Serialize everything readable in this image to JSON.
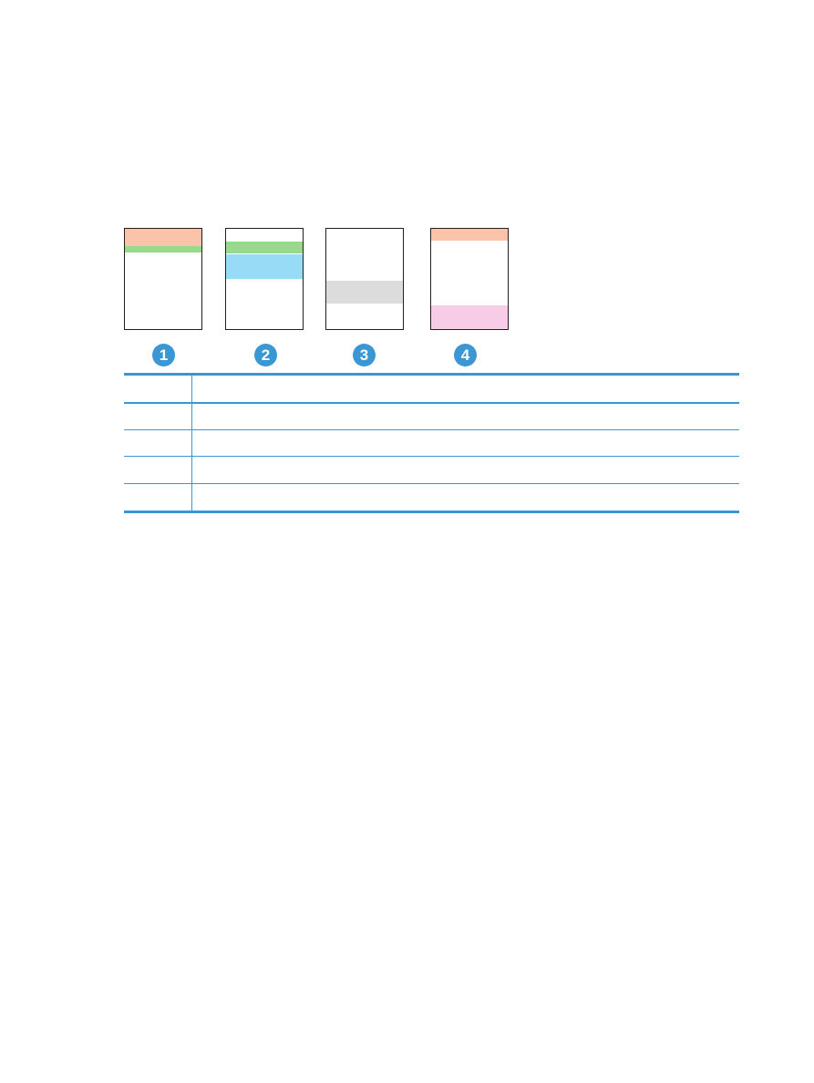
{
  "samples": [
    {
      "callout": "1",
      "bands": [
        {
          "color": "#fbc3aa",
          "from": 0.0,
          "to": 0.17
        },
        {
          "color": "#99d98c",
          "from": 0.17,
          "to": 0.24
        }
      ]
    },
    {
      "callout": "2",
      "bands": [
        {
          "color": "#99d98c",
          "from": 0.13,
          "to": 0.25
        },
        {
          "color": "#98dbf7",
          "from": 0.25,
          "to": 0.5
        }
      ]
    },
    {
      "callout": "3",
      "bands": [
        {
          "color": "#dcdcdc",
          "from": 0.52,
          "to": 0.75
        }
      ]
    },
    {
      "callout": "4",
      "bands": [
        {
          "color": "#fbc3aa",
          "from": 0.0,
          "to": 0.12
        },
        {
          "color": "#f7cce7",
          "from": 0.76,
          "to": 1.0
        }
      ]
    }
  ],
  "legend_rows": [
    {
      "number": "",
      "description": ""
    },
    {
      "number": "",
      "description": ""
    },
    {
      "number": "",
      "description": ""
    },
    {
      "number": "",
      "description": ""
    },
    {
      "number": "",
      "description": ""
    }
  ],
  "colors": {
    "accent": "#3b97d3",
    "border": "#231f20"
  }
}
